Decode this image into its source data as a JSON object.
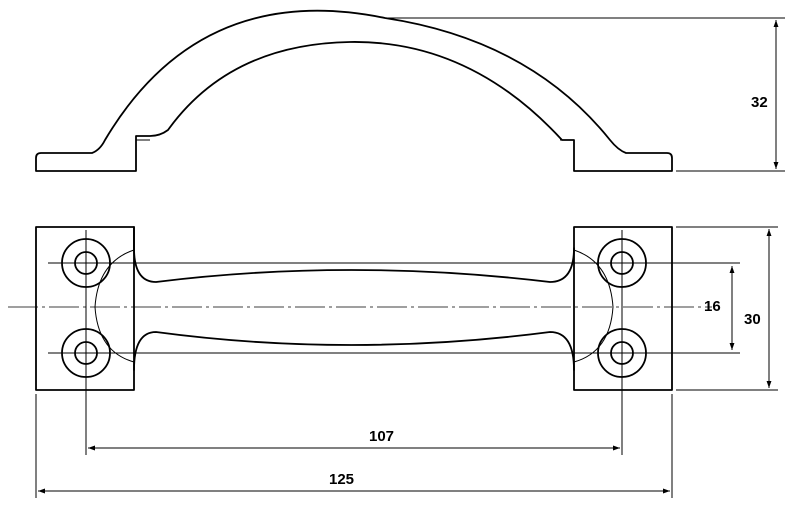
{
  "dimensions": {
    "height": "32",
    "hole_spacing_vertical": "16",
    "base_width": "30",
    "hole_spacing_horizontal": "107",
    "overall_length": "125"
  },
  "colors": {
    "line": "#000000",
    "background": "#ffffff"
  }
}
